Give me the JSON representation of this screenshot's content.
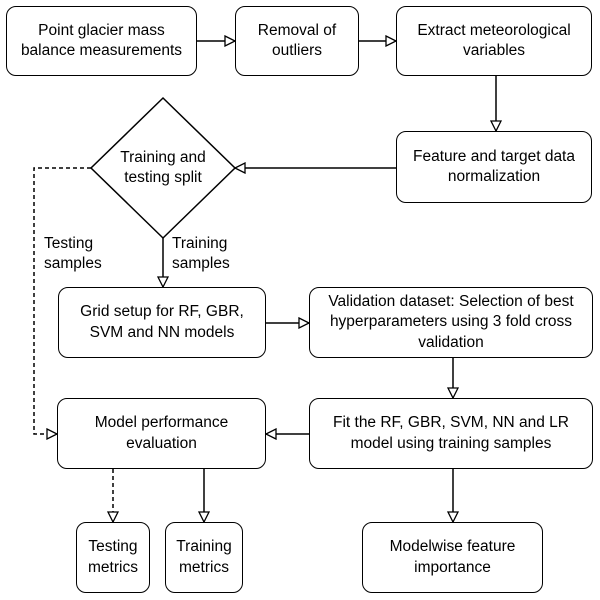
{
  "nodes": {
    "point_glacier": "Point glacier mass\nbalance measurements",
    "removal_outliers": "Removal of\noutliers",
    "extract_meteo": "Extract meteorological\nvariables",
    "normalization": "Feature and target data\nnormalization",
    "split": "Training and\ntesting split",
    "grid_setup": "Grid setup for RF, GBR,\nSVM and NN models",
    "validation": "Validation dataset: Selection of best\nhyperparameters using 3 fold cross\nvalidation",
    "model_eval": "Model performance\nevaluation",
    "fit_models": "Fit the RF, GBR, SVM, NN and LR\nmodel using training samples",
    "testing_metrics": "Testing\nmetrics",
    "training_metrics": "Training\nmetrics",
    "feature_importance": "Modelwise feature\nimportance"
  },
  "edge_labels": {
    "testing_samples": "Testing\nsamples",
    "training_samples": "Training\nsamples"
  }
}
